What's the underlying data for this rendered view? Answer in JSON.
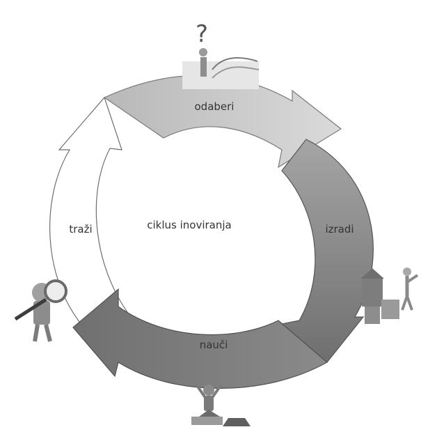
{
  "diagram": {
    "center_label": "ciklus inoviranja",
    "stages": [
      {
        "id": "odaberi",
        "label": "odaberi",
        "shade": "#c4c4c4"
      },
      {
        "id": "izradi",
        "label": "izradi",
        "shade": "#8f8f8f"
      },
      {
        "id": "nauci",
        "label": "nauči",
        "shade": "#7a7a7a"
      },
      {
        "id": "trazi",
        "label": "traži",
        "shade": "#ffffff"
      }
    ],
    "icons": [
      {
        "name": "question-mark-figure-icon"
      },
      {
        "name": "building-blocks-figure-icon"
      },
      {
        "name": "cheering-figure-on-laptop-icon"
      },
      {
        "name": "magnifying-glass-figure-icon"
      }
    ]
  }
}
